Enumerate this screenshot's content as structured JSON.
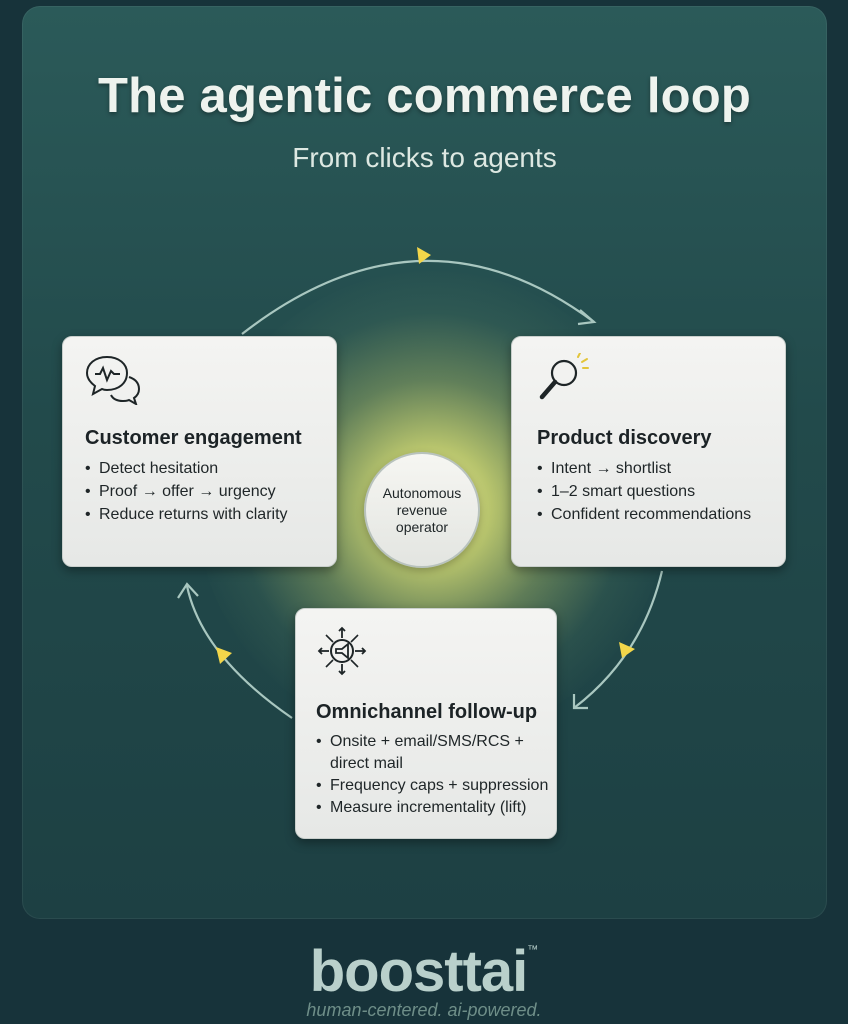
{
  "header": {
    "title": "The agentic commerce loop",
    "subtitle": "From clicks to agents"
  },
  "hub": {
    "label": "Autonomous revenue operator"
  },
  "cards": [
    {
      "icon": "chat-bubbles-icon",
      "title": "Customer engagement",
      "bullets": [
        "Detect hesitation",
        "Proof → offer → urgency",
        "Reduce returns with clarity"
      ]
    },
    {
      "icon": "magnifier-icon",
      "title": "Product discovery",
      "bullets": [
        "Intent → shortlist",
        "1–2 smart questions",
        "Confident recommendations"
      ]
    },
    {
      "icon": "megaphone-icon",
      "title": "Omnichannel follow-up",
      "bullets": [
        "Onsite + email/SMS/RCS + direct mail",
        "Frequency caps + suppression",
        "Measure incrementality (lift)"
      ]
    }
  ],
  "brand": {
    "logo": "boosttai",
    "trademark": "™",
    "tagline": "human-centered. ai-powered."
  },
  "colors": {
    "background": "#17333a",
    "panel": "#2b5a59",
    "glow": "#f4f49a",
    "arrow": "#a9c7c0",
    "arrow_head": "#f3d64a",
    "card": "#f1f2f0"
  }
}
